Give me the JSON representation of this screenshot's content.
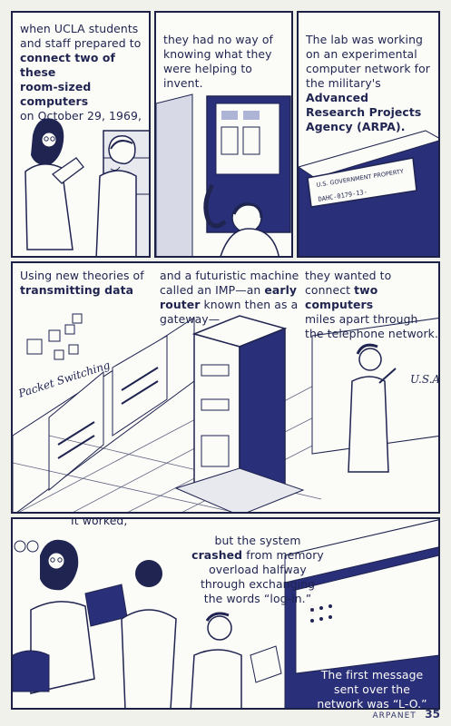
{
  "panels": {
    "p1": {
      "line1": "when UCLA students",
      "line2": "and staff prepared to",
      "line3": "connect two of these",
      "line4": "room-sized computers",
      "line5": "on October 29, 1969,"
    },
    "p2": {
      "line1": "they had no way of",
      "line2": "knowing what they",
      "line3": "were helping to invent."
    },
    "p3": {
      "line1": "The lab was working",
      "line2": "on an experimental",
      "line3": "computer network for",
      "line4a": "the military's ",
      "line4b": "Advanced",
      "line5": "Research Projects",
      "line6": "Agency (ARPA).",
      "sign1": "U.S. GOVERNMENT PROPERTY",
      "sign2": "DAHC-0179-13-"
    },
    "p4": {
      "a1": "Using new theories of",
      "a2": "transmitting data",
      "b1": "and a futuristic machine",
      "b2a": "called an IMP—an ",
      "b2b": "early",
      "b3a": "router",
      "b3b": " known then as a",
      "b4": "gateway—",
      "c1": "they wanted to",
      "c2a": "connect ",
      "c2b": "two computers",
      "c3": "miles apart through",
      "c4": "the telephone network.",
      "packet": "Packet Switching",
      "usa": "U.S.A"
    },
    "p5": {
      "worked": "It worked,",
      "s1": "but the system",
      "s2a": "crashed",
      "s2b": " from memory",
      "s3": "overload halfway",
      "s4": "through exchanging",
      "s5": "the words “log-in.”",
      "m1": "The first message",
      "m2": "sent over the",
      "m3": "network was “L-O.”"
    }
  },
  "footer": {
    "section": "ARPANET",
    "page": "35"
  },
  "colors": {
    "ink": "#1f2450",
    "navy": "#2a2f7a",
    "paper": "#fbfbf7",
    "tint": "#aeb4d6"
  }
}
